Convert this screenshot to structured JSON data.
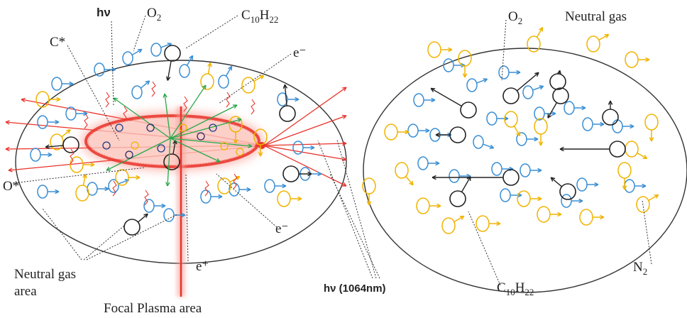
{
  "left_panel": {
    "labels": {
      "photon": "hν",
      "oxygen": "O",
      "oxygen_sub": "2",
      "decane_c": "C",
      "decane_c_sub": "10",
      "decane_h": "H",
      "decane_h_sub": "22",
      "carbon_excited": "C*",
      "electron_top": "e⁻",
      "oxygen_excited": "O*",
      "electron_bottom": "e⁻",
      "positron": "e⁺",
      "neutral_area_line1": "Neutral gas",
      "neutral_area_line2": "area",
      "laser": "hν (1064nm)",
      "focal_plasma": "Focal Plasma area"
    }
  },
  "right_panel": {
    "labels": {
      "oxygen": "O",
      "oxygen_sub": "2",
      "neutral_gas": "Neutral gas",
      "nitrogen": "N",
      "nitrogen_sub": "2",
      "decane_c": "C",
      "decane_c_sub": "10",
      "decane_h": "H",
      "decane_h_sub": "22"
    }
  },
  "colors": {
    "outline": "#333333",
    "o2_blue": "#3b8fd4",
    "n2_yellow": "#f0b400",
    "laser_red": "#e8322a",
    "ion_green": "#2aa84a",
    "plasma_glow": "#f36a5a",
    "plasma_core": "#e8322a"
  }
}
